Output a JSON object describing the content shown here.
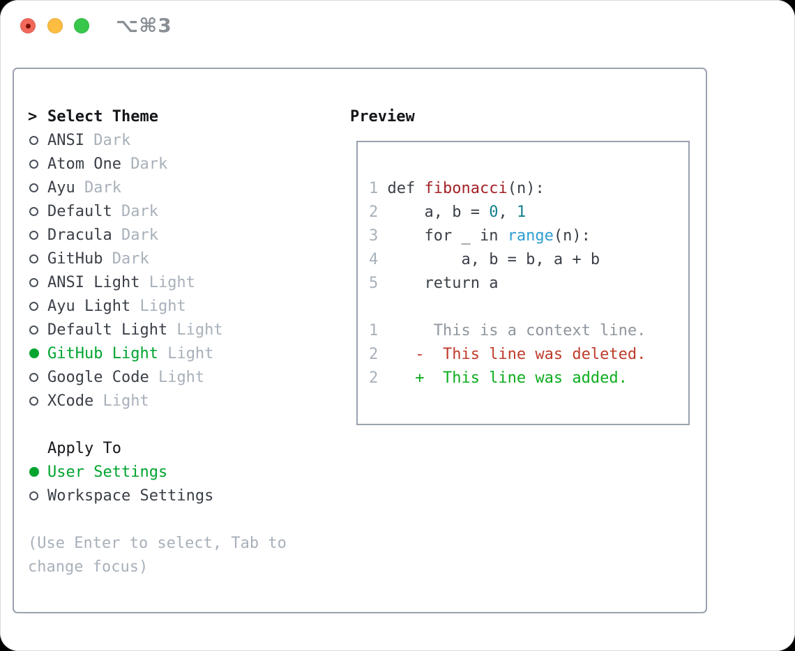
{
  "titlebar": {
    "shortcut": "⌥⌘3"
  },
  "theme_panel": {
    "cursor": ">",
    "title": "Select Theme",
    "items": [
      {
        "name": "ANSI",
        "variant": "Dark",
        "selected": false
      },
      {
        "name": "Atom One",
        "variant": "Dark",
        "selected": false
      },
      {
        "name": "Ayu",
        "variant": "Dark",
        "selected": false
      },
      {
        "name": "Default",
        "variant": "Dark",
        "selected": false
      },
      {
        "name": "Dracula",
        "variant": "Dark",
        "selected": false
      },
      {
        "name": "GitHub",
        "variant": "Dark",
        "selected": false
      },
      {
        "name": "ANSI Light",
        "variant": "Light",
        "selected": false
      },
      {
        "name": "Ayu Light",
        "variant": "Light",
        "selected": false
      },
      {
        "name": "Default Light",
        "variant": "Light",
        "selected": false
      },
      {
        "name": "GitHub Light",
        "variant": "Light",
        "selected": true
      },
      {
        "name": "Google Code",
        "variant": "Light",
        "selected": false
      },
      {
        "name": "XCode",
        "variant": "Light",
        "selected": false
      }
    ],
    "apply_to": {
      "title": "Apply To",
      "options": [
        {
          "label": "User Settings",
          "selected": true
        },
        {
          "label": "Workspace Settings",
          "selected": false
        }
      ]
    },
    "help": [
      "(Use Enter to select, Tab to",
      "change focus)"
    ]
  },
  "preview": {
    "title": "Preview",
    "lines": [
      {
        "num": "1",
        "segments": [
          {
            "t": " def ",
            "c": "code"
          },
          {
            "t": "fibonacci",
            "c": "func"
          },
          {
            "t": "(n):",
            "c": "code"
          }
        ]
      },
      {
        "num": "2",
        "segments": [
          {
            "t": "     a, b = ",
            "c": "code"
          },
          {
            "t": "0",
            "c": "number"
          },
          {
            "t": ", ",
            "c": "code"
          },
          {
            "t": "1",
            "c": "number"
          }
        ]
      },
      {
        "num": "3",
        "segments": [
          {
            "t": "     for _ in ",
            "c": "code"
          },
          {
            "t": "range",
            "c": "builtin"
          },
          {
            "t": "(n):",
            "c": "code"
          }
        ]
      },
      {
        "num": "4",
        "segments": [
          {
            "t": "         a, b = b, a + b",
            "c": "code"
          }
        ]
      },
      {
        "num": "5",
        "segments": [
          {
            "t": "     return a",
            "c": "code"
          }
        ]
      },
      {
        "num": "",
        "segments": []
      },
      {
        "num": "1",
        "segments": [
          {
            "t": "      This is a context line.",
            "c": "context"
          }
        ]
      },
      {
        "num": "2",
        "segments": [
          {
            "t": "    -  This line was deleted.",
            "c": "deleted"
          }
        ]
      },
      {
        "num": "2",
        "segments": [
          {
            "t": "    +  This line was added.",
            "c": "added"
          }
        ]
      }
    ]
  },
  "colors": {
    "selection_green": "#00a42f",
    "added_green": "#0cad1d",
    "deleted_red": "#bf3b2b",
    "function_red": "#a32125",
    "number_teal": "#10808a",
    "builtin_blue": "#2e9cd2",
    "text_dark": "#3a3f47",
    "text_muted": "#a8b0ba",
    "border_gray": "#99a1ad",
    "traffic_red": "#f2685c",
    "traffic_yellow": "#fdbd41",
    "traffic_green": "#38c74b"
  }
}
